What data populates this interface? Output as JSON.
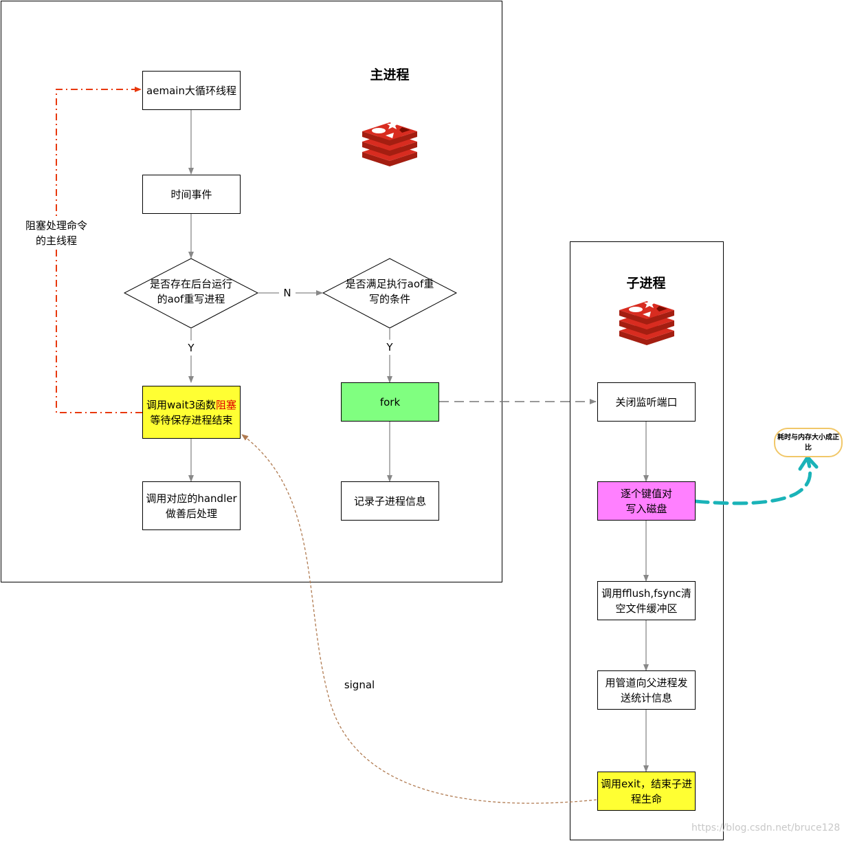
{
  "main_process": {
    "title": "主进程",
    "aemain_loop": "aemain大循环线程",
    "time_event": "时间事件",
    "check_bg": "是否存在后台运行的aof重写进程",
    "check_cond": "是否满足执行aof重写的条件",
    "wait_prefix": "调用wait3函数",
    "wait_red": "阻塞",
    "wait_suffix": "等待保存进程结束",
    "fork": "fork",
    "handler": "调用对应的handler做善后处理",
    "record_child": "记录子进程信息",
    "label_n": "N",
    "label_y_left": "Y",
    "label_y_right": "Y",
    "block_note": "阻塞处理命令的主线程"
  },
  "child_process": {
    "title": "子进程",
    "close_port": "关闭监听端口",
    "write_kv": "逐个键值对写入磁盘",
    "fflush": "调用fflush,fsync清空文件缓冲区",
    "pipe_send": "用管道向父进程发送统计信息",
    "exit": "调用exit，结束子进程生命"
  },
  "signal_label": "signal",
  "memory_note": "耗时与内存大小成正比",
  "watermark": "https://blog.csdn.net/bruce128",
  "colors": {
    "yellow": "#ffff33",
    "green": "#80ff80",
    "magenta": "#ff80ff",
    "red_dashdot": "#e8380d",
    "signal_brown": "#b07a50",
    "teal": "#1ab3b8",
    "redis_red": "#d82c20"
  }
}
